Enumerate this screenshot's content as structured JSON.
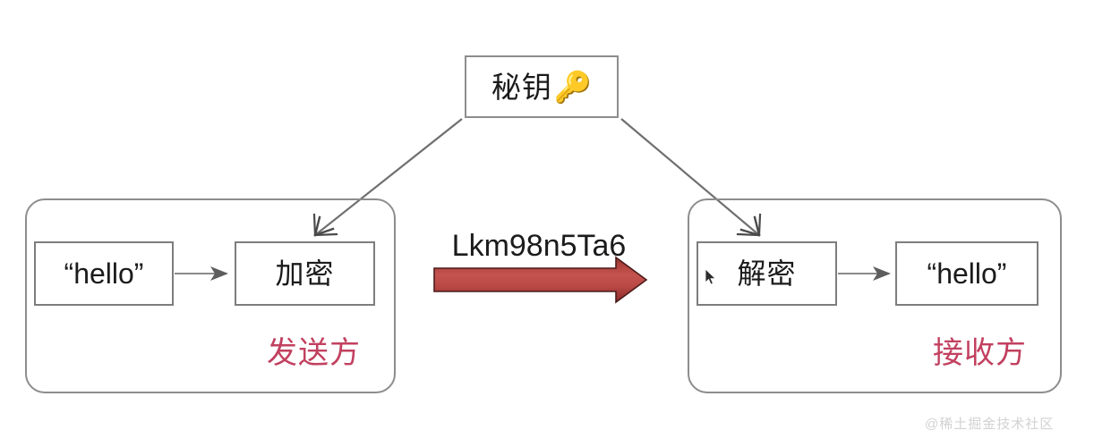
{
  "diagram": {
    "title_key_box": {
      "label": "秘钥",
      "icon": "key-emoji",
      "glyph": "🔑"
    },
    "sender": {
      "container_label": "发送方",
      "plaintext": "“hello”",
      "operation": "加密"
    },
    "receiver": {
      "container_label": "接收方",
      "operation": "解密",
      "plaintext": "“hello”"
    },
    "transfer": {
      "ciphertext": "Lkm98n5Ta6",
      "arrow_direction": "left-to-right"
    },
    "watermark": "@稀土掘金技术社区",
    "colors": {
      "party_label_red": "#c2405f",
      "box_border_gray": "#8d8d8d",
      "connector_gray": "#6f6f6f",
      "arrow_red_light": "#c0504d",
      "arrow_red_dark": "#8f2b28",
      "background": "#ffffff",
      "watermark_gray": "#d2d2d2"
    }
  }
}
